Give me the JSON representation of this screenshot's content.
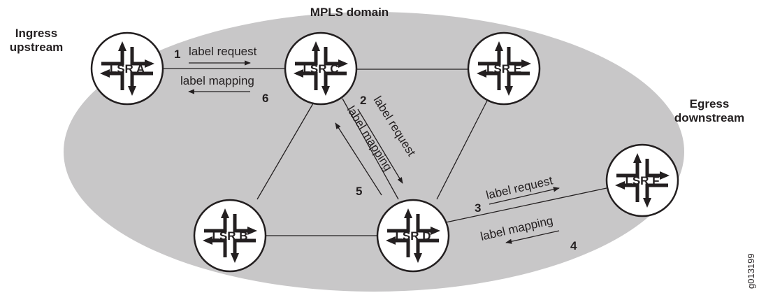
{
  "title": "MPLS domain",
  "ingress": {
    "line1": "Ingress",
    "line2": "upstream"
  },
  "egress": {
    "line1": "Egress",
    "line2": "downstream"
  },
  "figure_id": "g013199",
  "colors": {
    "domain_fill": "#c8c7c8",
    "router_fill": "#ffffff",
    "router_stroke": "#231f20",
    "text": "#231f20"
  },
  "routers": [
    {
      "id": "A",
      "label": "LSR A"
    },
    {
      "id": "B",
      "label": "LSR B"
    },
    {
      "id": "C",
      "label": "LSR C"
    },
    {
      "id": "D",
      "label": "LSR D"
    },
    {
      "id": "E",
      "label": "LSR E"
    },
    {
      "id": "F",
      "label": "LSR F"
    }
  ],
  "links": [
    {
      "from": "A",
      "to": "C"
    },
    {
      "from": "C",
      "to": "E"
    },
    {
      "from": "C",
      "to": "B"
    },
    {
      "from": "C",
      "to": "D"
    },
    {
      "from": "E",
      "to": "D"
    },
    {
      "from": "B",
      "to": "D"
    },
    {
      "from": "D",
      "to": "F"
    }
  ],
  "messages": [
    {
      "step": "1",
      "text": "label request"
    },
    {
      "step": "6",
      "text": "label mapping"
    },
    {
      "step": "2",
      "text": "label request"
    },
    {
      "step": "5",
      "text": "label mapping"
    },
    {
      "step": "3",
      "text": "label request"
    },
    {
      "step": "4",
      "text": "label mapping"
    }
  ]
}
